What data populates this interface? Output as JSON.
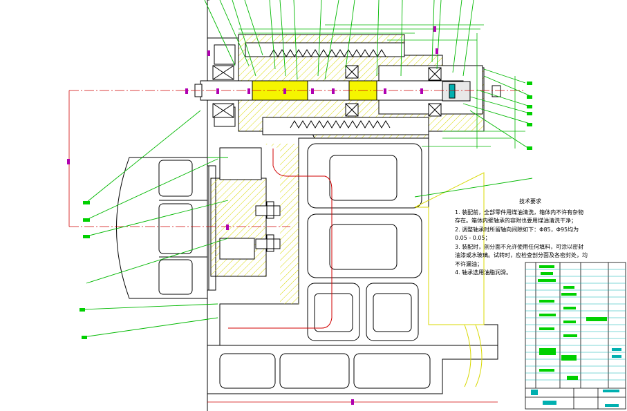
{
  "drawing": {
    "colors": {
      "outline": "#000000",
      "blue": "#0000ff",
      "leader": "#00b800",
      "hatch": "#d8d800",
      "dimension": "#ff0000",
      "magenta": "#b000b0",
      "title_green": "#00d000",
      "title_cyan": "#00b0b0"
    }
  },
  "technical_requirements": {
    "title": "技术要求",
    "lines": [
      "1. 装配前，全部零件用煤油清洗，箱体内不许有杂物",
      "存在。箱体内壁轴承的容附也要用煤油清洗干净；",
      "2. 调整轴承时所留轴向间隙如下：Φ85，Φ95均为",
      "0.05 - 0.05；",
      "3. 装配时，剖分面不允许使用任何填料，可涂以密封",
      "油漆或水玻璃。试转时，应检查剖分面及各密封处，均",
      "不许漏油；",
      "4. 轴承选用油脂润滑。"
    ]
  }
}
